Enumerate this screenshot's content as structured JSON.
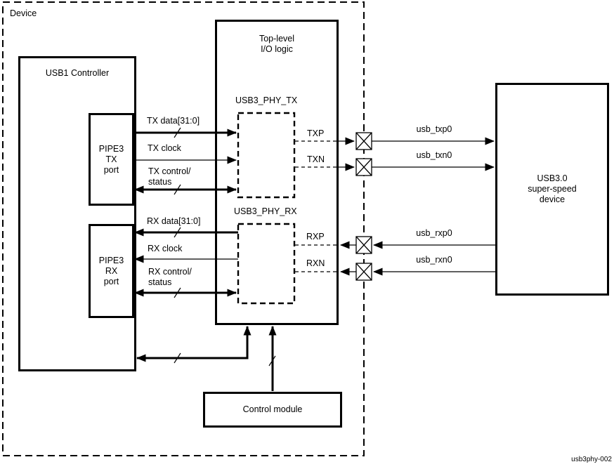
{
  "diagram": {
    "figure_id": "usb3phy-002",
    "device_label": "Device",
    "blocks": {
      "usb1_controller": "USB1 Controller",
      "pipe3_tx_port": "PIPE3\nTX\nport",
      "pipe3_rx_port": "PIPE3\nRX\nport",
      "top_level_io": "Top-level\nI/O logic",
      "usb3_phy_tx": "USB3_PHY_TX",
      "usb3_phy_rx": "USB3_PHY_RX",
      "usb3_device": "USB3.0\nsuper-speed\ndevice",
      "control_module": "Control module"
    },
    "signals": {
      "tx_data": "TX data[31:0]",
      "tx_clock": "TX clock",
      "tx_ctrl": "TX control/\nstatus",
      "rx_data": "RX data[31:0]",
      "rx_clock": "RX clock",
      "rx_ctrl": "RX control/\nstatus"
    },
    "phy_pins": {
      "txp": "TXP",
      "txn": "TXN",
      "rxp": "RXP",
      "rxn": "RXN"
    },
    "pad_signals": {
      "usb_txp0": "usb_txp0",
      "usb_txn0": "usb_txn0",
      "usb_rxp0": "usb_rxp0",
      "usb_rxn0": "usb_rxn0"
    },
    "colors": {
      "line": "#000000",
      "background": "#ffffff"
    }
  }
}
